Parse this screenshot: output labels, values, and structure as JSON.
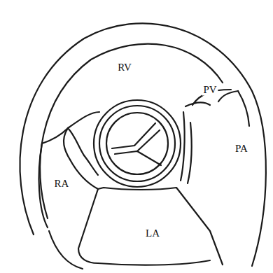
{
  "diagram": {
    "labels": [
      "RV",
      "PV",
      "PA",
      "RA",
      "LA"
    ]
  }
}
